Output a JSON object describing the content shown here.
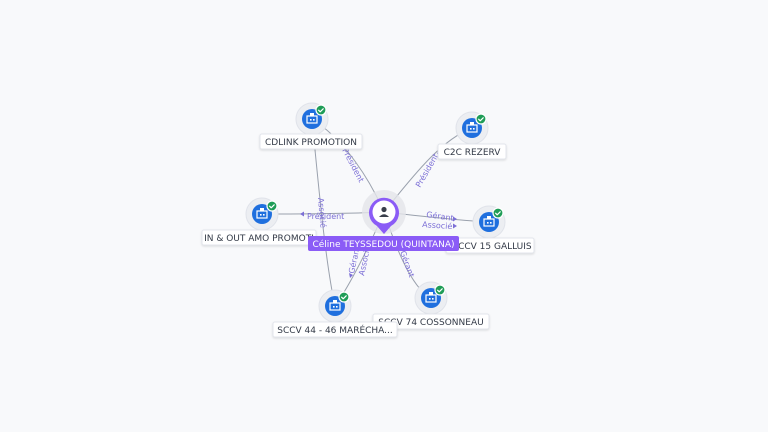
{
  "graph": {
    "center": {
      "label": "Céline TEYSSEDOU (QUINTANA)",
      "icon": "person-icon",
      "color": "#8b5cf6"
    },
    "nodes": [
      {
        "id": "cdlink",
        "label": "CDLINK PROMOTION",
        "icon": "building-icon",
        "verified": true
      },
      {
        "id": "c2c",
        "label": "C2C REZERV",
        "icon": "building-icon",
        "verified": true
      },
      {
        "id": "inout",
        "label": "IN & OUT AMO PROMOTI",
        "icon": "building-icon",
        "verified": true
      },
      {
        "id": "galluis",
        "label": "SCCV 15 GALLUIS",
        "icon": "building-icon",
        "verified": true
      },
      {
        "id": "cossonneau",
        "label": "SCCV 74 COSSONNEAU",
        "icon": "building-icon",
        "verified": true
      },
      {
        "id": "marechal",
        "label": "SCCV 44 - 46 MARÉCHA...",
        "icon": "building-icon",
        "verified": true
      }
    ],
    "edge_labels": {
      "president": "Président",
      "associe": "Associé",
      "gerant": "Gérant"
    },
    "colors": {
      "node": "#1f6fde",
      "verified": "#1f9d57",
      "edge_label": "#7c6fd6"
    }
  }
}
